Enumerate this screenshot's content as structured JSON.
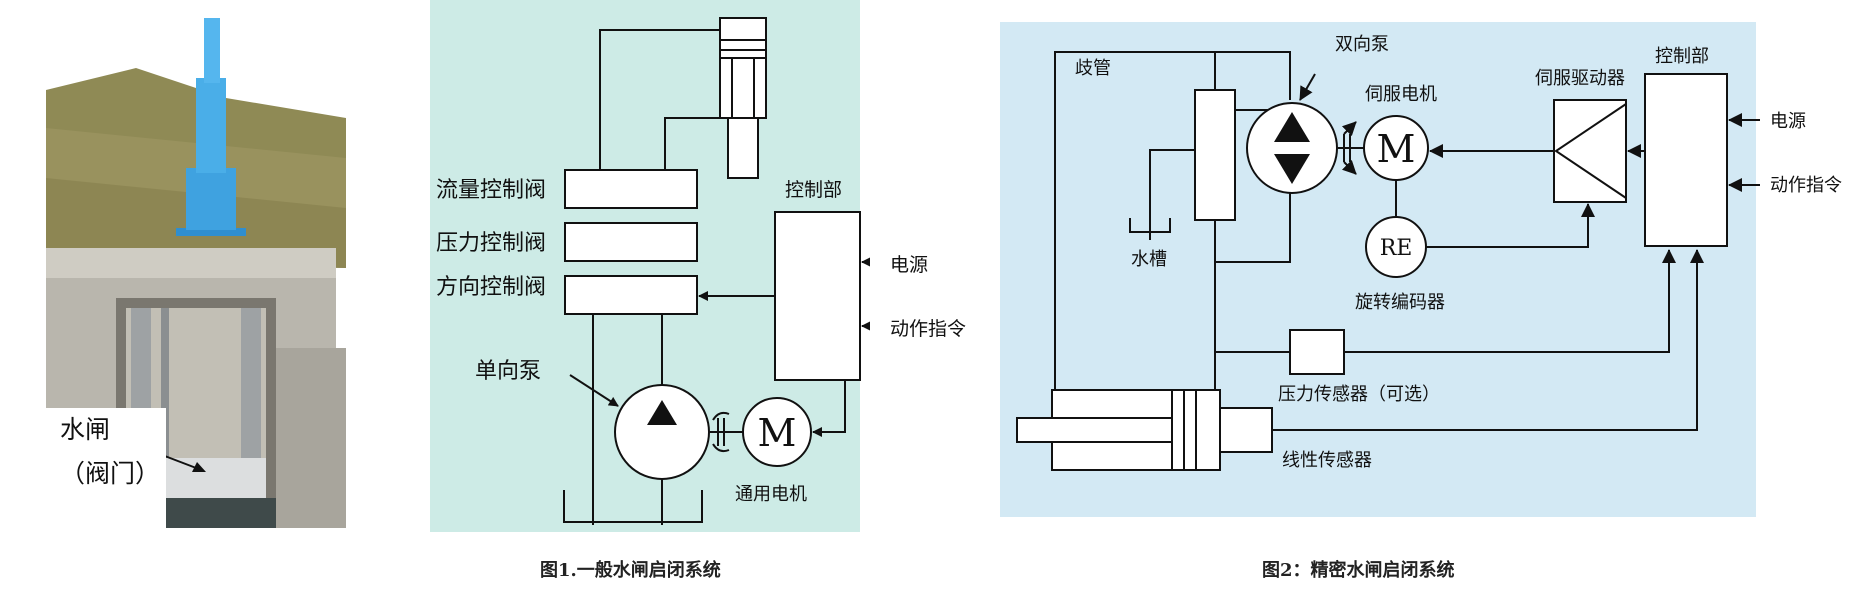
{
  "photo": {
    "label_line1": "水闸",
    "label_line2": "（阀门）",
    "colors": {
      "sky": "#ffffff",
      "hillside": "#8f8a55",
      "concrete": "#b9b6ad",
      "pipe": "#3fa2e0"
    }
  },
  "figure1": {
    "background": "#cdebe6",
    "caption": "图1.一般水闸启闭系统",
    "labels": {
      "flow_valve": "流量控制阀",
      "pressure_valve": "压力控制阀",
      "direction_valve": "方向控制阀",
      "control_unit": "控制部",
      "power": "电源",
      "action_command": "动作指令",
      "pump": "单向泵",
      "motor_symbol": "M",
      "motor": "通用电机"
    }
  },
  "figure2": {
    "background": "#d3e9f4",
    "caption": "图2：精密水闸启闭系统",
    "labels": {
      "branch_pipe": "歧管",
      "bidirectional_pump": "双向泵",
      "servo_motor": "伺服电机",
      "servo_driver": "伺服驱动器",
      "control_unit": "控制部",
      "power": "电源",
      "action_command": "动作指令",
      "motor_symbol": "M",
      "encoder_symbol": "RE",
      "rotary_encoder": "旋转编码器",
      "tank": "水槽",
      "pressure_sensor": "压力传感器（可选）",
      "linear_sensor": "线性传感器"
    }
  }
}
